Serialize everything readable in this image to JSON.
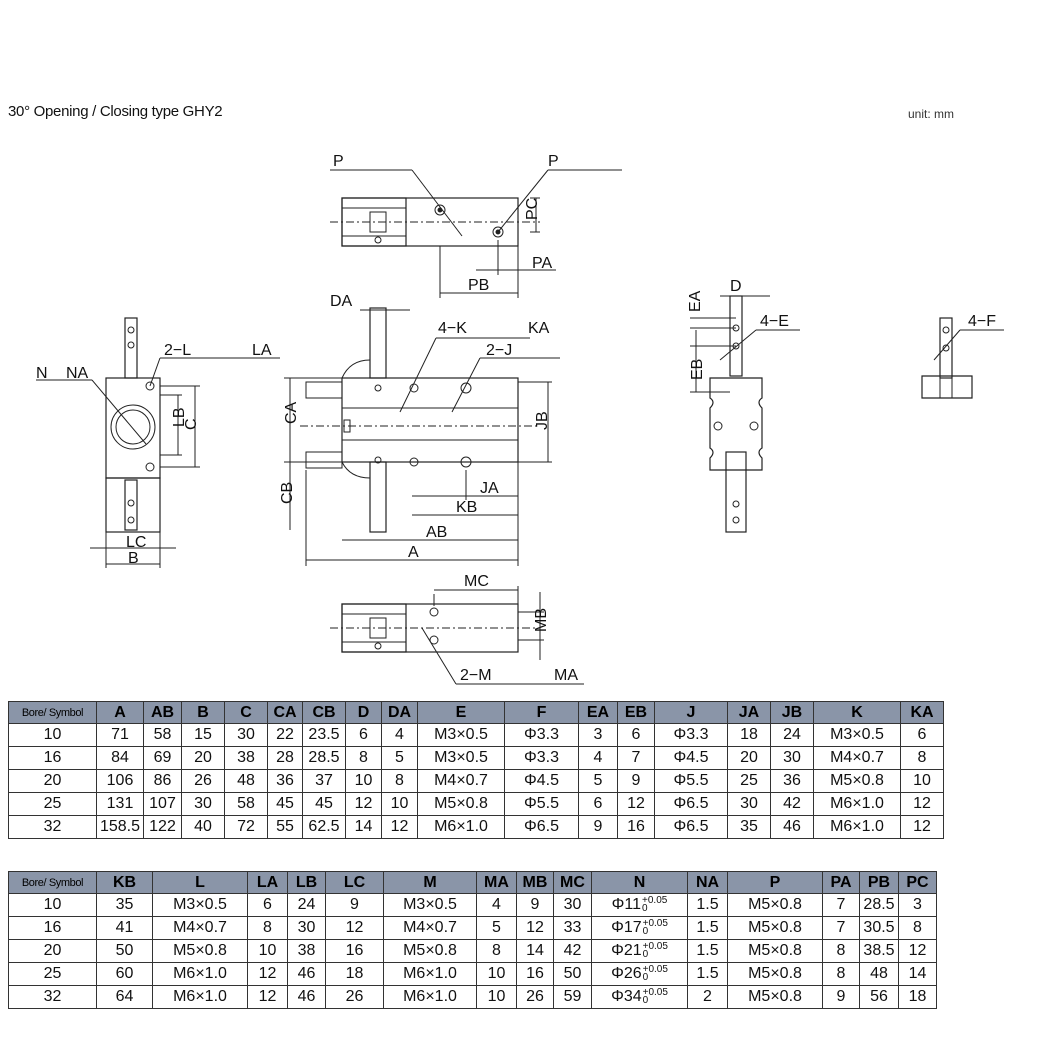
{
  "page": {
    "title": "30° Opening / Closing type GHY2",
    "unit": "unit:  mm"
  },
  "drawing_labels": {
    "top_view": [
      "P",
      "P",
      "PC",
      "PA",
      "PB"
    ],
    "side_view": [
      "N",
      "NA",
      "2−L",
      "LA",
      "LB",
      "C",
      "LC",
      "B"
    ],
    "front_view": [
      "DA",
      "4−K",
      "KA",
      "2−J",
      "CA",
      "JB",
      "CB",
      "JA",
      "KB",
      "AB",
      "A"
    ],
    "bottom_view": [
      "MC",
      "MB",
      "2−M",
      "MA"
    ],
    "jaw_view": [
      "D",
      "EA",
      "4−E",
      "EB"
    ],
    "jaw_detail": [
      "4−F"
    ]
  },
  "table1": {
    "headers": [
      "Bore/ Symbol",
      "A",
      "AB",
      "B",
      "C",
      "CA",
      "CB",
      "D",
      "DA",
      "E",
      "F",
      "EA",
      "EB",
      "J",
      "JA",
      "JB",
      "K",
      "KA"
    ],
    "rows": [
      [
        "10",
        "71",
        "58",
        "15",
        "30",
        "22",
        "23.5",
        "6",
        "4",
        "M3×0.5",
        "Φ3.3",
        "3",
        "6",
        "Φ3.3",
        "18",
        "24",
        "M3×0.5",
        "6"
      ],
      [
        "16",
        "84",
        "69",
        "20",
        "38",
        "28",
        "28.5",
        "8",
        "5",
        "M3×0.5",
        "Φ3.3",
        "4",
        "7",
        "Φ4.5",
        "20",
        "30",
        "M4×0.7",
        "8"
      ],
      [
        "20",
        "106",
        "86",
        "26",
        "48",
        "36",
        "37",
        "10",
        "8",
        "M4×0.7",
        "Φ4.5",
        "5",
        "9",
        "Φ5.5",
        "25",
        "36",
        "M5×0.8",
        "10"
      ],
      [
        "25",
        "131",
        "107",
        "30",
        "58",
        "45",
        "45",
        "12",
        "10",
        "M5×0.8",
        "Φ5.5",
        "6",
        "12",
        "Φ6.5",
        "30",
        "42",
        "M6×1.0",
        "12"
      ],
      [
        "32",
        "158.5",
        "122",
        "40",
        "72",
        "55",
        "62.5",
        "14",
        "12",
        "M6×1.0",
        "Φ6.5",
        "9",
        "16",
        "Φ6.5",
        "35",
        "46",
        "M6×1.0",
        "12"
      ]
    ]
  },
  "table2": {
    "headers": [
      "Bore/ Symbol",
      "KB",
      "L",
      "LA",
      "LB",
      "LC",
      "M",
      "MA",
      "MB",
      "MC",
      "N",
      "NA",
      "P",
      "PA",
      "PB",
      "PC"
    ],
    "tolerance_upper": "+0.05",
    "tolerance_lower": "0",
    "rows": [
      [
        "10",
        "35",
        "M3×0.5",
        "6",
        "24",
        "9",
        "M3×0.5",
        "4",
        "9",
        "30",
        "Φ11",
        "1.5",
        "M5×0.8",
        "7",
        "28.5",
        "3"
      ],
      [
        "16",
        "41",
        "M4×0.7",
        "8",
        "30",
        "12",
        "M4×0.7",
        "5",
        "12",
        "33",
        "Φ17",
        "1.5",
        "M5×0.8",
        "7",
        "30.5",
        "8"
      ],
      [
        "20",
        "50",
        "M5×0.8",
        "10",
        "38",
        "16",
        "M5×0.8",
        "8",
        "14",
        "42",
        "Φ21",
        "1.5",
        "M5×0.8",
        "8",
        "38.5",
        "12"
      ],
      [
        "25",
        "60",
        "M6×1.0",
        "12",
        "46",
        "18",
        "M6×1.0",
        "10",
        "16",
        "50",
        "Φ26",
        "1.5",
        "M5×0.8",
        "8",
        "48",
        "14"
      ],
      [
        "32",
        "64",
        "M6×1.0",
        "12",
        "46",
        "26",
        "M6×1.0",
        "10",
        "26",
        "59",
        "Φ34",
        "2",
        "M5×0.8",
        "9",
        "56",
        "18"
      ]
    ]
  }
}
